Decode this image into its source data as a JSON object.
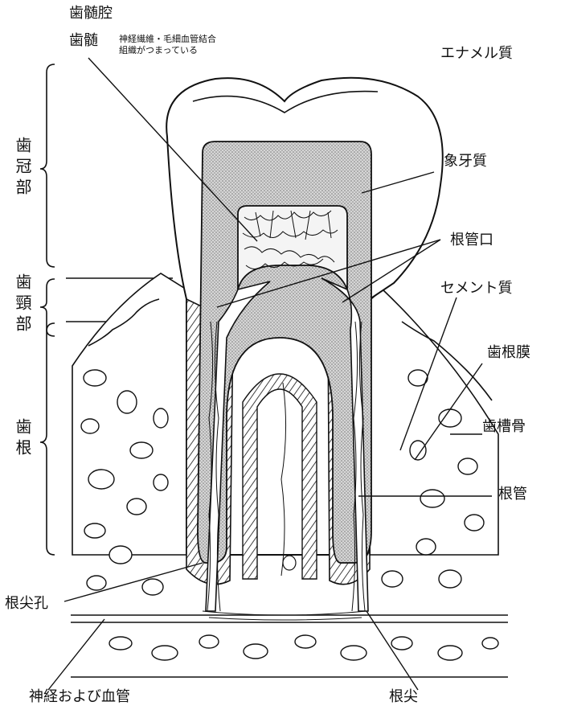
{
  "labels": {
    "pulp_cavity": "歯髄腔",
    "pulp": "歯髄",
    "pulp_note_1": "神経繊維・毛細血管結合",
    "pulp_note_2": "組織がつまっている",
    "enamel": "エナメル質",
    "dentin": "象牙質",
    "canal_orifice": "根管口",
    "cementum": "セメント質",
    "periodontal_ligament": "歯根膜",
    "alveolar_bone": "歯槽骨",
    "root_canal": "根管",
    "apical_foramen": "根尖孔",
    "nerve_vessels": "神経および血管",
    "apex": "根尖"
  },
  "regions": {
    "crown": "歯冠部",
    "neck": "歯頸部",
    "root": "歯根"
  },
  "colors": {
    "ink": "#111111",
    "dentin_fill": "#bdbdbd",
    "background": "#ffffff"
  }
}
